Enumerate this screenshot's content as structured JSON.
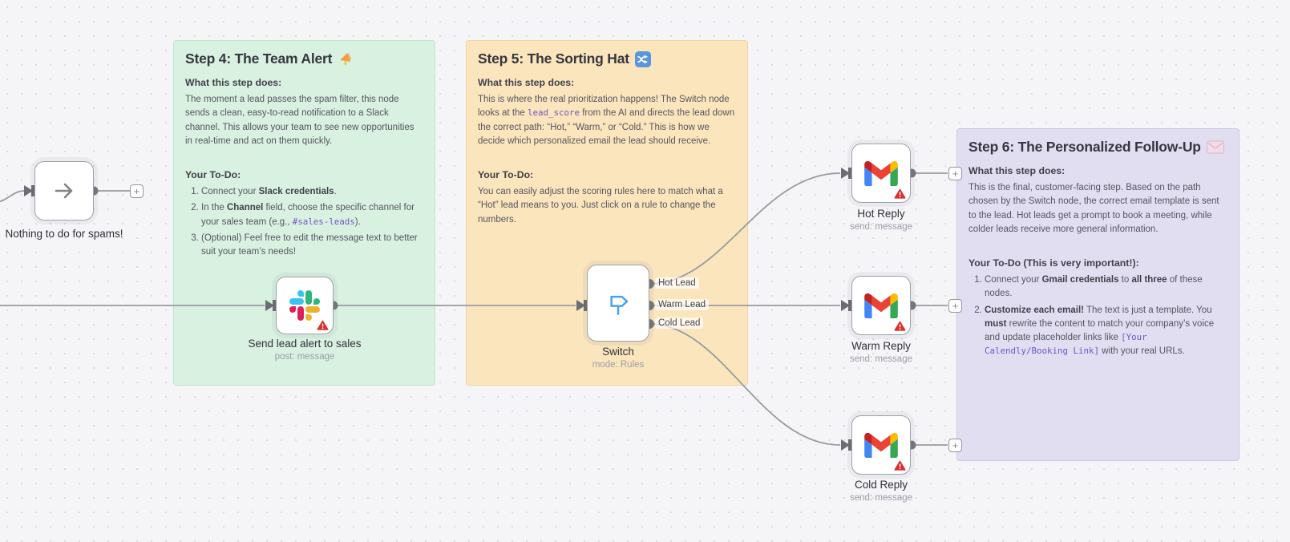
{
  "canvas": {
    "bg": "#f5f5f8",
    "dot": "#d8d9de",
    "wire": "#989aa2"
  },
  "palette": {
    "sticky_green_bg": "#d9f1e1",
    "sticky_orange_bg": "#fbe5bd",
    "sticky_purple_bg": "#e1def2",
    "code_purple": "#7056c5",
    "warning_red": "#da2f2f",
    "switch_icon_blue": "#4aa3ea"
  },
  "plus_label": "+",
  "nodes": {
    "noop": {
      "label": "Nothing to do for spams!"
    },
    "slack": {
      "label": "Send lead alert to sales",
      "subtitle": "post: message"
    },
    "switch": {
      "label": "Switch",
      "subtitle": "mode: Rules",
      "outputs": [
        "Hot Lead",
        "Warm Lead",
        "Cold Lead"
      ]
    },
    "hot_reply": {
      "label": "Hot Reply",
      "subtitle": "send: message"
    },
    "warm_reply": {
      "label": "Warm Reply",
      "subtitle": "send: message"
    },
    "cold_reply": {
      "label": "Cold Reply",
      "subtitle": "send: message"
    }
  },
  "stickies": {
    "step4": {
      "title": "Step 4: The Team Alert",
      "emoji": "megaphone",
      "what_heading": "What this step does:",
      "what": [
        {
          "t": "The moment a lead passes the spam filter, this node sends a clean, easy-to-read notification to a Slack channel. This allows your team to see new opportunities in real-time and act on them quickly."
        }
      ],
      "todo_heading": "Your To-Do:",
      "todo_items": [
        [
          {
            "t": "Connect your "
          },
          {
            "t": "Slack credentials",
            "b": true
          },
          {
            "t": "."
          }
        ],
        [
          {
            "t": "In the "
          },
          {
            "t": "Channel",
            "b": true
          },
          {
            "t": " field, choose the specific channel for your sales team (e.g., "
          },
          {
            "t": "#sales-leads",
            "c": true
          },
          {
            "t": ")."
          }
        ],
        [
          {
            "t": "(Optional) Feel free to edit the message text to better suit your team’s needs!"
          }
        ]
      ]
    },
    "step5": {
      "title": "Step 5: The Sorting Hat",
      "emoji": "shuffle",
      "what_heading": "What this step does:",
      "what": [
        {
          "t": "This is where the real prioritization happens! The Switch node looks at the "
        },
        {
          "t": "lead_score",
          "c": true
        },
        {
          "t": " from the AI and directs the lead down the correct path: “Hot,” “Warm,” or “Cold.” This is how we decide which personalized email the lead should receive."
        }
      ],
      "todo_heading": "Your To-Do:",
      "todo_text": [
        {
          "t": "You can easily adjust the scoring rules here to match what a “Hot” lead means to you. Just click on a rule to change the numbers."
        }
      ]
    },
    "step6": {
      "title": "Step 6: The Personalized Follow-Up",
      "emoji": "envelope",
      "what_heading": "What this step does:",
      "what": [
        {
          "t": "This is the final, customer-facing step. Based on the path chosen by the Switch node, the correct email template is sent to the lead. Hot leads get a prompt to book a meeting, while colder leads receive more general information."
        }
      ],
      "todo_heading": "Your To-Do (This is very important!):",
      "todo_items": [
        [
          {
            "t": "Connect your "
          },
          {
            "t": "Gmail credentials",
            "b": true
          },
          {
            "t": " to "
          },
          {
            "t": "all three",
            "b": true
          },
          {
            "t": " of these nodes."
          }
        ],
        [
          {
            "t": "Customize each email!",
            "b": true
          },
          {
            "t": " The text is just a template. You "
          },
          {
            "t": "must",
            "b": true
          },
          {
            "t": " rewrite the content to match your company’s voice and update placeholder links like "
          },
          {
            "t": "[Your Calendly/Booking Link]",
            "c": true
          },
          {
            "t": " with your real URLs."
          }
        ]
      ]
    }
  }
}
